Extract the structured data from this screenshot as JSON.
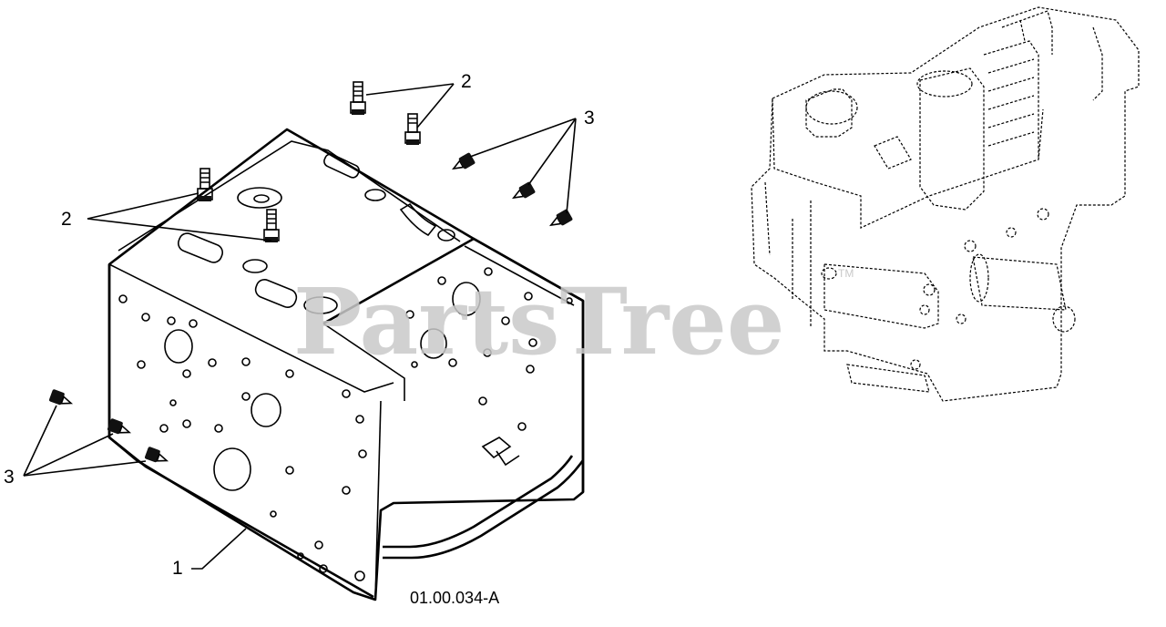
{
  "diagram": {
    "callouts": [
      {
        "id": "c2-top",
        "label": "2"
      },
      {
        "id": "c3-top",
        "label": "3"
      },
      {
        "id": "c2-left",
        "label": "2"
      },
      {
        "id": "c3-left",
        "label": "3"
      },
      {
        "id": "c1",
        "label": "1"
      }
    ],
    "figure_code": "01.00.034-A",
    "watermark": {
      "text": "PartsTree",
      "trademark": "TM"
    }
  }
}
